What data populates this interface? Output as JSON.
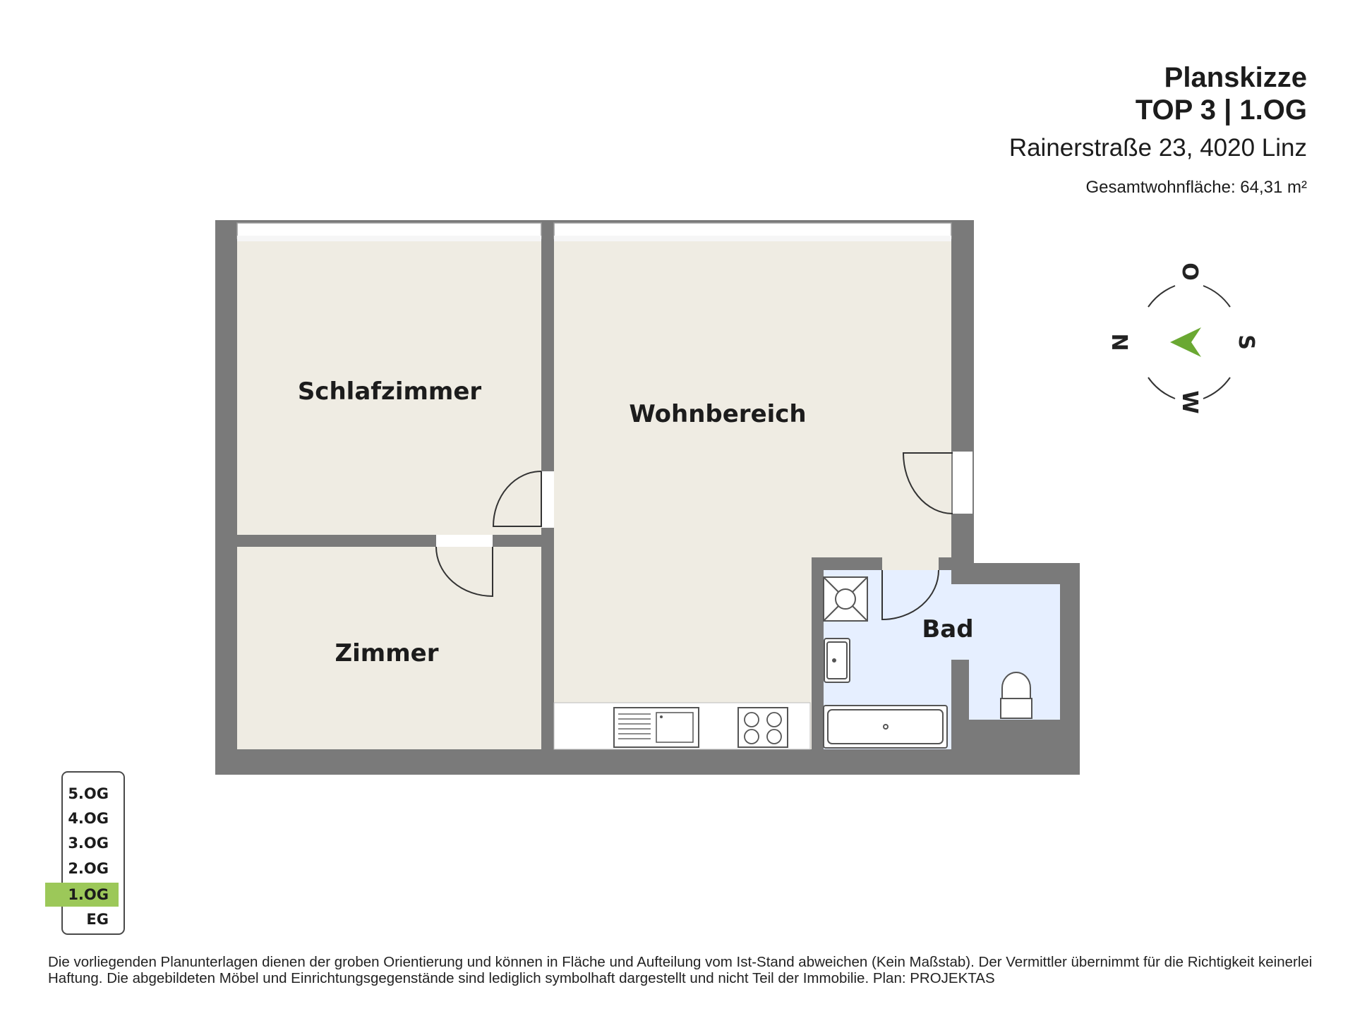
{
  "header": {
    "title": "Planskizze",
    "unit": "TOP 3  |  1.OG",
    "address": "Rainerstraße 23, 4020 Linz",
    "area": "Gesamtwohnfläche: 64,31 m²"
  },
  "rooms": {
    "schlafzimmer": "Schlafzimmer",
    "wohnbereich": "Wohnbereich",
    "zimmer": "Zimmer",
    "bad": "Bad"
  },
  "compass": {
    "top": "O",
    "left": "N",
    "right": "S",
    "bottom": "W",
    "arrow_color": "#6aa832"
  },
  "floor_selector": {
    "floors": [
      "5.OG",
      "4.OG",
      "3.OG",
      "2.OG",
      "1.OG",
      "EG"
    ],
    "active": "1.OG",
    "active_color": "#9cc859"
  },
  "colors": {
    "wall": "#7a7a7a",
    "floor": "#efece3",
    "bath": "#e6efff"
  },
  "disclaimer": "Die vorliegenden Planunterlagen dienen der groben Orientierung und können in Fläche und Aufteilung vom Ist-Stand abweichen (Kein Maßstab). Der Vermittler übernimmt für die Richtigkeit keinerlei Haftung. Die abgebildeten Möbel und Einrichtungsgegenstände sind lediglich symbolhaft dargestellt und nicht Teil der Immobilie. Plan: PROJEKTAS"
}
